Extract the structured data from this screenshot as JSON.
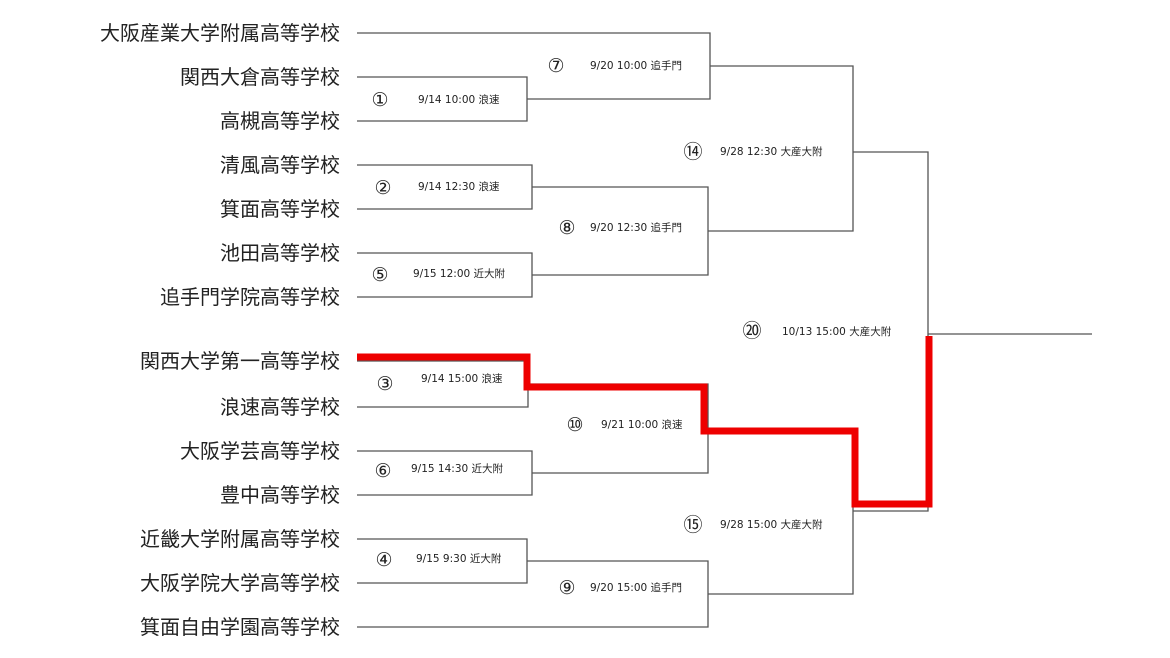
{
  "title": "Tournament bracket",
  "colors": {
    "line": "#555555",
    "winner_path": "#ee0000",
    "text": "#222222"
  },
  "teams": [
    "大阪産業大学附属高等学校",
    "関西大倉高等学校",
    "高槻高等学校",
    "清風高等学校",
    "箕面高等学校",
    "池田高等学校",
    "追手門学院高等学校",
    "関西大学第一高等学校",
    "浪速高等学校",
    "大阪学芸高等学校",
    "豊中高等学校",
    "近畿大学附属高等学校",
    "大阪学院大学高等学校",
    "箕面自由学園高等学校"
  ],
  "matches": [
    {
      "id": "m1",
      "number": "①",
      "info": "9/14 10:00 浪速"
    },
    {
      "id": "m2",
      "number": "②",
      "info": "9/14 12:30  浪速"
    },
    {
      "id": "m5",
      "number": "⑤",
      "info": "9/15 12:00 近大附"
    },
    {
      "id": "m3",
      "number": "③",
      "info": "9/14 15:00 浪速"
    },
    {
      "id": "m6",
      "number": "⑥",
      "info": "9/15 14:30 近大附"
    },
    {
      "id": "m4",
      "number": "④",
      "info": "9/15 9:30 近大附"
    },
    {
      "id": "m7",
      "number": "⑦",
      "info": "9/20 10:00 追手門"
    },
    {
      "id": "m8",
      "number": "⑧",
      "info": "9/20 12:30 追手門"
    },
    {
      "id": "m10",
      "number": "⑩",
      "info": "9/21 10:00 浪速"
    },
    {
      "id": "m9",
      "number": "⑨",
      "info": "9/20 15:00 追手門"
    },
    {
      "id": "m14",
      "number": "⑭",
      "info": "9/28 12:30 大産大附"
    },
    {
      "id": "m15",
      "number": "⑮",
      "info": "9/28 15:00 大産大附"
    },
    {
      "id": "m20",
      "number": "⑳",
      "info": "10/13 15:00 大産大附"
    }
  ],
  "highlighted_team": "関西大学第一高等学校"
}
